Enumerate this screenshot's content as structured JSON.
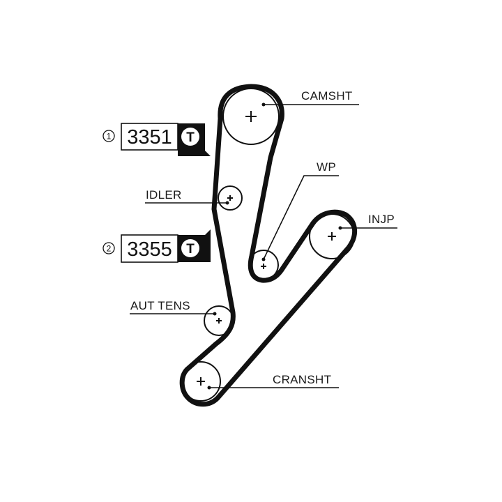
{
  "labels": {
    "camshaft": "CAMSHT",
    "water_pump": "WP",
    "idler": "IDLER",
    "injection_pump": "INJP",
    "auto_tensioner": "AUT TENS",
    "crankshaft": "CRANSHT"
  },
  "parts": [
    {
      "index": "1",
      "number": "3351",
      "icon": "T"
    },
    {
      "index": "2",
      "number": "3355",
      "icon": "T"
    }
  ],
  "colors": {
    "line": "#111111",
    "background": "#ffffff"
  }
}
